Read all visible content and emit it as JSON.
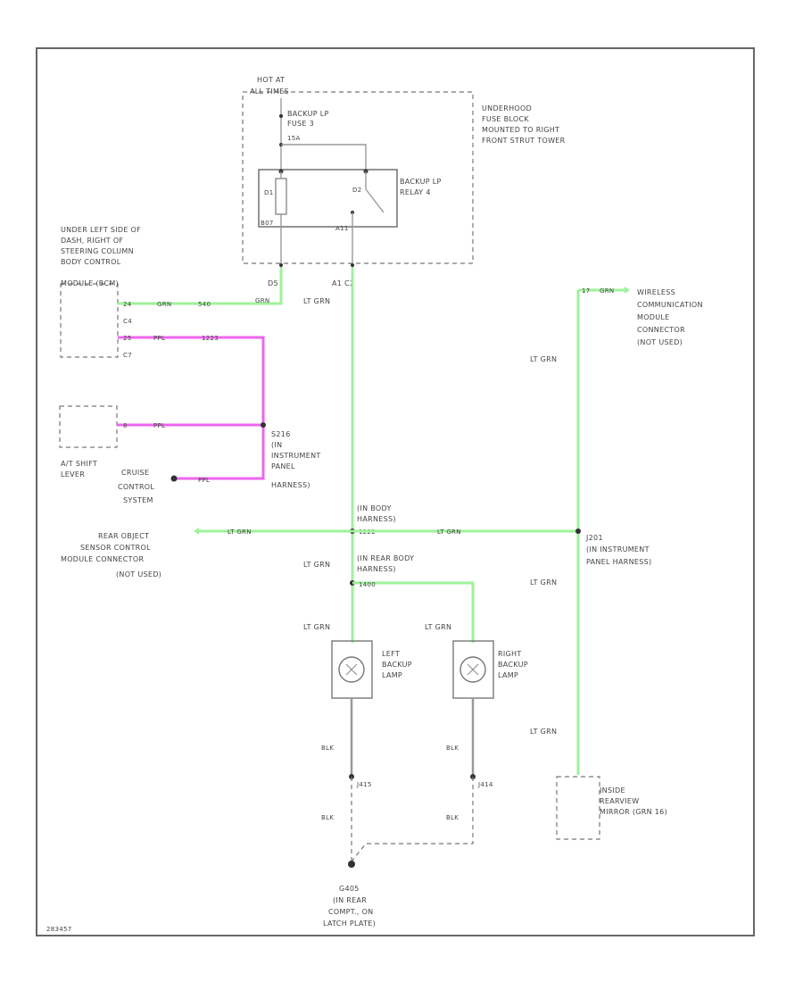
{
  "fuse_block": {
    "hot_at": "HOT AT",
    "hot_at_2": "ALL TIMES",
    "fuse_name": "BACKUP LP",
    "fuse_name_2": "FUSE 3",
    "fuse_rating": "15A",
    "location_1": "UNDERHOOD",
    "location_2": "FUSE BLOCK",
    "location_3": "MOUNTED TO RIGHT",
    "location_4": "FRONT STRUT TOWER",
    "relay_name": "BACKUP LP",
    "relay_name_2": "RELAY 4",
    "pin_left": "D1",
    "pin_right": "D2",
    "pin_bl": "B07",
    "pin_br": "A11",
    "conn_d5": "D5",
    "conn_right": "A1  C2"
  },
  "bcm": {
    "label_1": "UNDER LEFT SIDE OF",
    "label_2": "DASH, RIGHT OF",
    "label_3": "STEERING COLUMN",
    "label_4": "BODY CONTROL",
    "label_5": "MODULE (BCM)",
    "pin_c4": "C4",
    "pin_c7": "C7",
    "wire_c4_a": "24",
    "wire_c4_b": "GRN",
    "wire_c4_c": "540",
    "wire_c4_d": "GRN",
    "wire_c7_a": "25",
    "wire_c7_b": "PPL",
    "wire_c7_c": "1223"
  },
  "shift": {
    "label_1": "A/T SHIFT",
    "label_2": "LEVER",
    "wire_a": "8",
    "wire_b": "PPL"
  },
  "splice_s216": {
    "label_1": "S216",
    "label_2": "(IN",
    "label_3": "INSTRUMENT",
    "label_4": "PANEL",
    "label_5": "HARNESS)"
  },
  "cruise": {
    "label_1": "CRUISE",
    "label_2": "CONTROL",
    "label_3": "SYSTEM",
    "wire": "PPL"
  },
  "wireless": {
    "wire_a": "17",
    "wire_b": "GRN",
    "label_1": "WIRELESS",
    "label_2": "COMMUNICATION",
    "label_3": "MODULE",
    "label_4": "CONNECTOR",
    "label_5": "(NOT USED)",
    "wire_color": "LT GRN"
  },
  "main_wire": {
    "color": "LT GRN",
    "body_harness_1": "(IN BODY",
    "body_harness_2": "HARNESS)",
    "splice_id": "1222"
  },
  "rear_object": {
    "label_1": "REAR OBJECT",
    "label_2": "SENSOR CONTROL",
    "label_3": "MODULE CONNECTOR",
    "label_4": "(NOT USED)",
    "wire_color": "LT GRN",
    "wire_color_2": "LT GRN"
  },
  "j201": {
    "label_1": "J201",
    "label_2": "(IN INSTRUMENT",
    "label_3": "PANEL HARNESS)",
    "wire_color": "LT GRN",
    "wire_color_2": "LT GRN"
  },
  "rear_body": {
    "color": "LT GRN",
    "label_1": "(IN REAR BODY",
    "label_2": "HARNESS)",
    "splice_id": "1400"
  },
  "lamps": {
    "left_color": "LT GRN",
    "right_color": "LT GRN",
    "left_1": "LEFT",
    "left_2": "BACKUP",
    "left_3": "LAMP",
    "right_1": "RIGHT",
    "right_2": "BACKUP",
    "right_3": "LAMP",
    "left_ground": "BLK",
    "right_ground": "BLK",
    "left_ground_2": "BLK",
    "right_ground_2": "BLK",
    "left_splice": "J415",
    "right_splice": "J414"
  },
  "mirror": {
    "label_1": "INSIDE",
    "label_2": "REARVIEW",
    "label_3": "MIRROR (GRN 16)"
  },
  "ground": {
    "label_1": "G405",
    "label_2": "(IN REAR",
    "label_3": "COMPT., ON",
    "label_4": "LATCH PLATE)"
  },
  "footer": {
    "code": "283457"
  },
  "colors": {
    "green_wire": "#9ef29a",
    "purple_wire": "#ee66ee",
    "black_wire": "#999999"
  }
}
